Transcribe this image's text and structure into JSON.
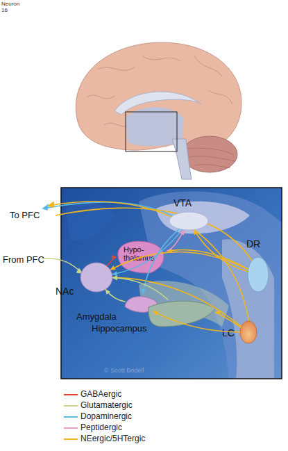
{
  "diagram": {
    "nodes": [
      {
        "text": [
          "VTA"
        ]
      },
      {
        "text": [
          "Hypo- thalamus"
        ]
      },
      {
        "text": [
          "DR"
        ]
      },
      {
        "text": [
          "NAc"
        ]
      },
      {
        "text": [
          "Amygdala"
        ]
      },
      {
        "text": [
          "Hippocampus"
        ]
      },
      {
        "text": [
          "LC"
        ]
      }
    ],
    "edges": [
      {
        "from": 6,
        "to": 3,
        "arrow": "to"
      },
      {
        "from": 6,
        "to": 4,
        "arrow": "to"
      },
      {
        "from": 6,
        "to": 5,
        "arrow": "to"
      },
      {
        "from": 2,
        "to": 3,
        "arrow": "to"
      },
      {
        "from": 2,
        "to": 1,
        "arrow": "to"
      },
      {
        "from": 2,
        "to": 0,
        "arrow": "to"
      },
      {
        "from": 0,
        "to": 3,
        "arrow": "to"
      },
      {
        "from": 0,
        "to": 4,
        "arrow": "to"
      },
      {
        "from": 3,
        "to": 1,
        "arrow": "to"
      },
      {
        "from": 1,
        "to": 0,
        "arrow": "to"
      },
      {
        "from": 4,
        "to": 3,
        "arrow": "to"
      },
      {
        "from": 5,
        "to": 3,
        "arrow": "to"
      }
    ],
    "labels": [
      "Neuron",
      "16",
      "To PFC",
      "From PFC",
      "© Scott Bodell"
    ],
    "legend": [
      {
        "text": "GABAergic",
        "color": "#e0432f"
      },
      {
        "text": "Glutamatergic",
        "color": "#c5d88a"
      },
      {
        "text": "Dopaminergic",
        "color": "#5ab8e6"
      },
      {
        "text": "Peptidergic",
        "color": "#ee9ac4"
      },
      {
        "text": "NEergic/5HTergic",
        "color": "#f2b51e"
      }
    ]
  }
}
